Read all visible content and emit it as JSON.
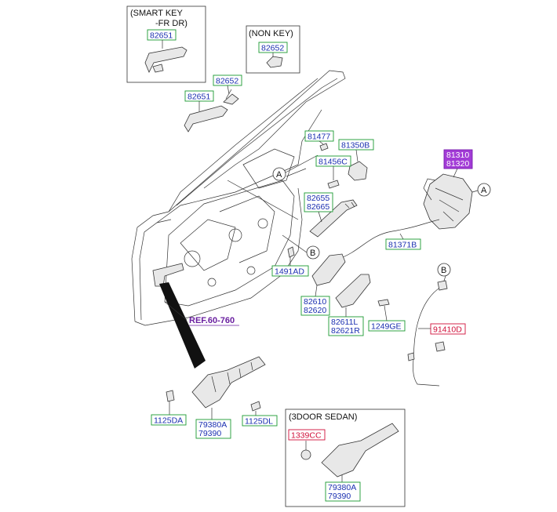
{
  "boxes": {
    "smart_key_title_1": "(SMART KEY",
    "smart_key_title_2": "-FR DR)",
    "non_key_title": "(NON KEY)",
    "three_door_title": "(3DOOR SEDAN)"
  },
  "reference": "REF.60-760",
  "callouts": {
    "a": "A",
    "b": "B"
  },
  "labels": {
    "p82651_smart": "82651",
    "p82652_nonkey": "82652",
    "p82652": "82652",
    "p82651": "82651",
    "p81477": "81477",
    "p81350b": "81350B",
    "p81456c": "81456C",
    "p81310": "81310",
    "p81320": "81320",
    "p82655": "82655",
    "p82665": "82665",
    "p81371b": "81371B",
    "p1491ad": "1491AD",
    "p82610": "82610",
    "p82620": "82620",
    "p82611l": "82611L",
    "p82621r": "82621R",
    "p1249ge": "1249GE",
    "p91410d": "91410D",
    "p1125da": "1125DA",
    "p79380a": "79380A",
    "p79390": "79390",
    "p1125dl": "1125DL",
    "p1339cc": "1339CC",
    "p79380a_3d": "79380A",
    "p79390_3d": "79390"
  },
  "colors": {
    "label_blue_text": "#1a2fb0",
    "label_blue_border": "#1a9a30",
    "label_red": "#d0103a",
    "label_purple_fill": "#a23bd6",
    "reference_purple": "#6a1fa0"
  }
}
